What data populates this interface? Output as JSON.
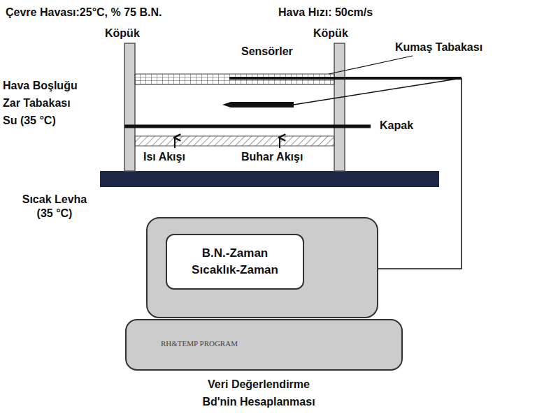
{
  "diagram": {
    "nodes": [
      {
        "text": [
          "B.N.-Zaman Sıcaklık-Zaman"
        ]
      },
      {
        "text": [
          "RH&TEMP PROGRAM"
        ]
      }
    ],
    "labels": [
      "Çevre Havası:25°C, % 75 B.N.",
      "Hava Hızı: 50cm/s",
      "Köpük",
      "Köpük",
      "Sensörler",
      "Kumaş Tabakası",
      "Hava Boşluğu",
      "Zar Tabakası",
      "Su (35 °C)",
      "Kapak",
      "Isı Akışı",
      "Buhar Akışı",
      "Sıcak Levha (35 °C)",
      "Veri Değerlendirme Bd'nin Hesaplanması"
    ]
  }
}
